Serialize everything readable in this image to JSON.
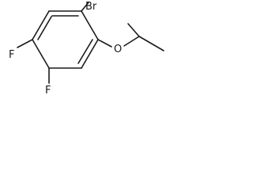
{
  "molecule": {
    "atoms": {
      "bromine": "Br",
      "oxygen": "O",
      "fluorine_top": "F",
      "fluorine_bottom": "F"
    }
  }
}
